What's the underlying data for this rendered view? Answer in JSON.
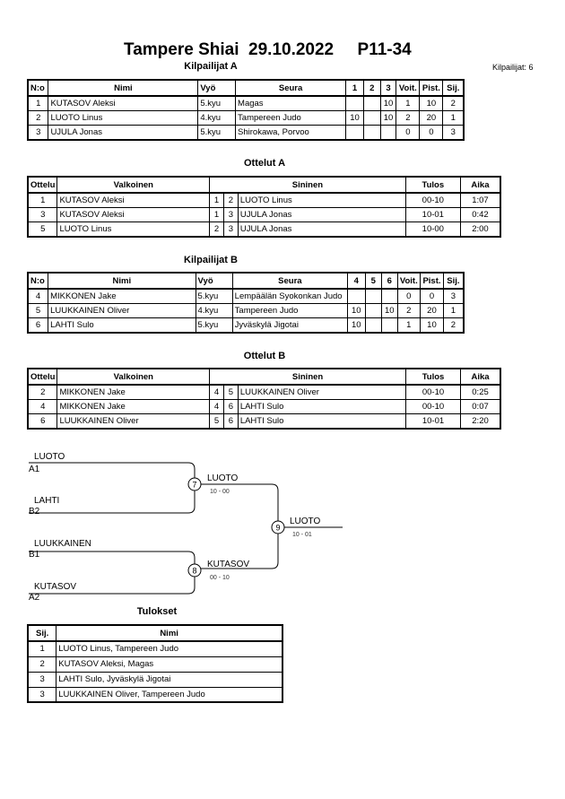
{
  "title": "Tampere Shiai  29.10.2022     P11-34",
  "competitors_count": "Kilpailijat: 6",
  "pool_a": {
    "heading": "Kilpailijat A",
    "headers": [
      "N:o",
      "Nimi",
      "Vyö",
      "Seura",
      "1",
      "2",
      "3",
      "Voit.",
      "Pist.",
      "Sij."
    ],
    "rows": [
      [
        "1",
        "KUTASOV Aleksi",
        "5.kyu",
        "Magas",
        "",
        "",
        "10",
        "1",
        "10",
        "2"
      ],
      [
        "2",
        "LUOTO Linus",
        "4.kyu",
        "Tampereen Judo",
        "10",
        "",
        "10",
        "2",
        "20",
        "1"
      ],
      [
        "3",
        "UJULA Jonas",
        "5.kyu",
        "Shirokawa, Porvoo",
        "",
        "",
        "",
        "0",
        "0",
        "3"
      ]
    ]
  },
  "matches_a": {
    "heading": "Ottelut A",
    "headers": [
      "Ottelu",
      "Valkoinen",
      "Sininen",
      "Tulos",
      "Aika"
    ],
    "rows": [
      [
        "1",
        "KUTASOV Aleksi",
        "1",
        "2",
        "LUOTO Linus",
        "00-10",
        "1:07"
      ],
      [
        "3",
        "KUTASOV Aleksi",
        "1",
        "3",
        "UJULA Jonas",
        "10-01",
        "0:42"
      ],
      [
        "5",
        "LUOTO Linus",
        "2",
        "3",
        "UJULA Jonas",
        "10-00",
        "2:00"
      ]
    ]
  },
  "pool_b": {
    "heading": "Kilpailijat B",
    "headers": [
      "N:o",
      "Nimi",
      "Vyö",
      "Seura",
      "4",
      "5",
      "6",
      "Voit.",
      "Pist.",
      "Sij."
    ],
    "rows": [
      [
        "4",
        "MIKKONEN Jake",
        "5.kyu",
        "Lempäälän Syokonkan Judo",
        "",
        "",
        "",
        "0",
        "0",
        "3"
      ],
      [
        "5",
        "LUUKKAINEN Oliver",
        "4.kyu",
        "Tampereen Judo",
        "10",
        "",
        "10",
        "2",
        "20",
        "1"
      ],
      [
        "6",
        "LAHTI Sulo",
        "5.kyu",
        "Jyväskylä Jigotai",
        "10",
        "",
        "",
        "1",
        "10",
        "2"
      ]
    ]
  },
  "matches_b": {
    "heading": "Ottelut B",
    "headers": [
      "Ottelu",
      "Valkoinen",
      "Sininen",
      "Tulos",
      "Aika"
    ],
    "rows": [
      [
        "2",
        "MIKKONEN Jake",
        "4",
        "5",
        "LUUKKAINEN Oliver",
        "00-10",
        "0:25"
      ],
      [
        "4",
        "MIKKONEN Jake",
        "4",
        "6",
        "LAHTI Sulo",
        "00-10",
        "0:07"
      ],
      [
        "6",
        "LUUKKAINEN Oliver",
        "5",
        "6",
        "LAHTI Sulo",
        "10-01",
        "2:20"
      ]
    ]
  },
  "bracket": {
    "s1_top_name": "LUOTO",
    "s1_top_seed": "A1",
    "s1_bot_name": "LAHTI",
    "s1_bot_seed": "B2",
    "s2_top_name": "LUUKKAINEN",
    "s2_top_seed": "B1",
    "s2_bot_name": "KUTASOV",
    "s2_bot_seed": "A2",
    "m7": "7",
    "m7_winner": "LUOTO",
    "m7_score": "10 - 00",
    "m8": "8",
    "m8_winner": "KUTASOV",
    "m8_score": "00 - 10",
    "m9": "9",
    "m9_winner": "LUOTO",
    "m9_score": "10 - 01"
  },
  "results": {
    "heading": "Tulokset",
    "headers": [
      "Sij.",
      "Nimi"
    ],
    "rows": [
      [
        "1",
        "LUOTO Linus, Tampereen Judo"
      ],
      [
        "2",
        "KUTASOV Aleksi, Magas"
      ],
      [
        "3",
        "LAHTI Sulo, Jyväskylä Jigotai"
      ],
      [
        "3",
        "LUUKKAINEN Oliver, Tampereen Judo"
      ]
    ]
  }
}
